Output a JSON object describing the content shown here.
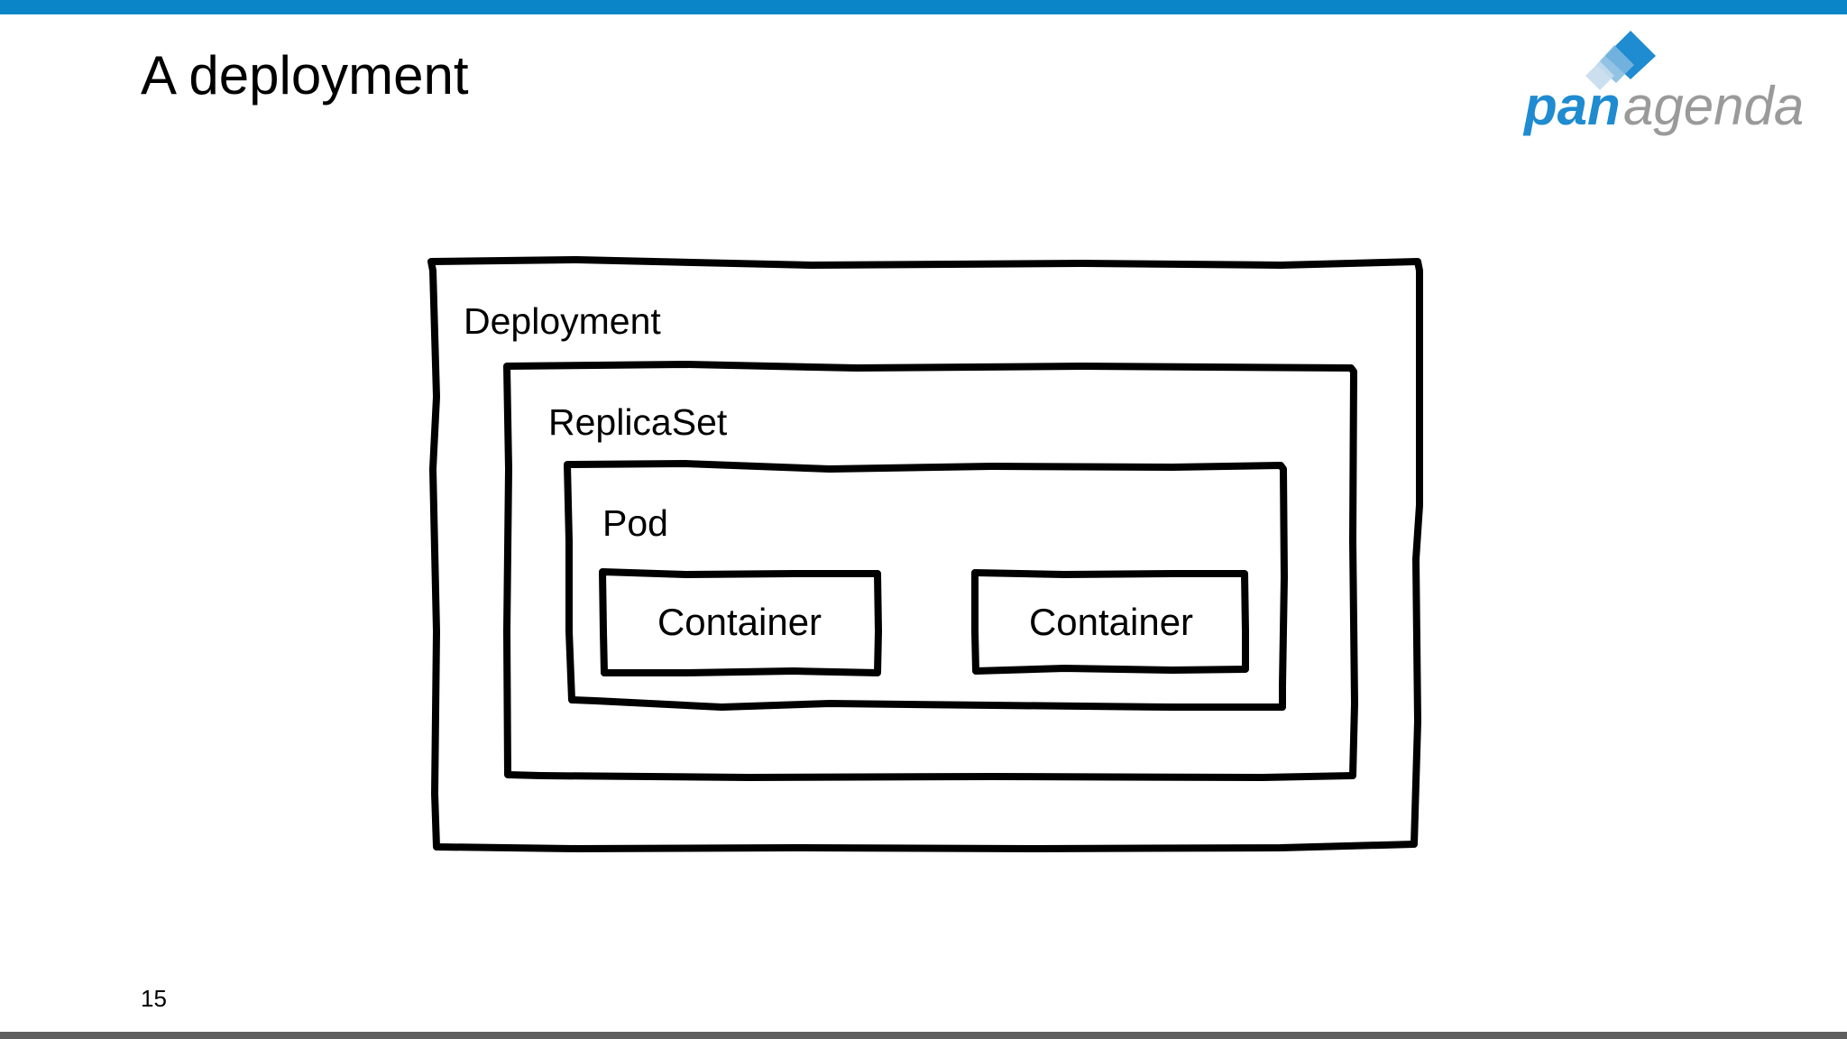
{
  "slide": {
    "title": "A deployment",
    "page_number": "15"
  },
  "logo": {
    "text_primary": "pan",
    "text_secondary": "agenda",
    "primary_color": "#1f8bd0",
    "secondary_color": "#9a9a9a"
  },
  "diagram": {
    "deployment_label": "Deployment",
    "replicaset_label": "ReplicaSet",
    "pod_label": "Pod",
    "containers": [
      "Container",
      "Container"
    ]
  },
  "colors": {
    "top_bar": "#0a86c8",
    "bottom_bar": "#5f5f5f"
  }
}
